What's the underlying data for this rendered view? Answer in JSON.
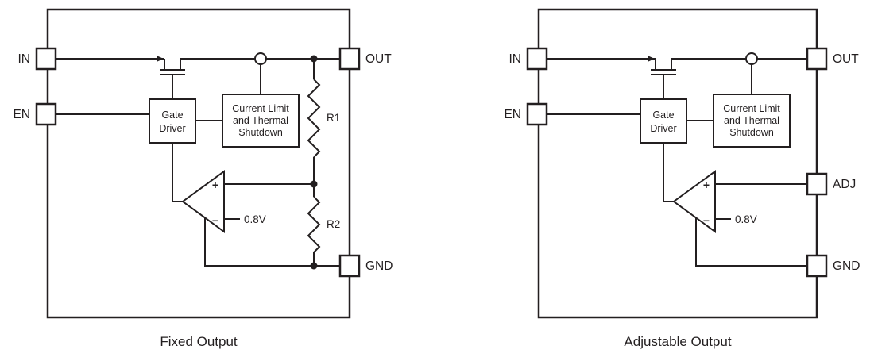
{
  "signs": {
    "plus": "+",
    "minus": "−"
  },
  "fixed": {
    "title": "Fixed Output",
    "pin_in": "IN",
    "pin_en": "EN",
    "pin_out": "OUT",
    "pin_gnd": "GND",
    "gate_driver": [
      "Gate",
      "Driver"
    ],
    "current_limit": [
      "Current Limit",
      "and Thermal",
      "Shutdown"
    ],
    "r1": "R1",
    "r2": "R2",
    "vref": "0.8V"
  },
  "adjustable": {
    "title": "Adjustable Output",
    "pin_in": "IN",
    "pin_en": "EN",
    "pin_out": "OUT",
    "pin_adj": "ADJ",
    "pin_gnd": "GND",
    "gate_driver": [
      "Gate",
      "Driver"
    ],
    "current_limit": [
      "Current Limit",
      "and Thermal",
      "Shutdown"
    ],
    "vref": "0.8V"
  },
  "colors": {
    "ink": "#231f20",
    "background": "#ffffff"
  }
}
